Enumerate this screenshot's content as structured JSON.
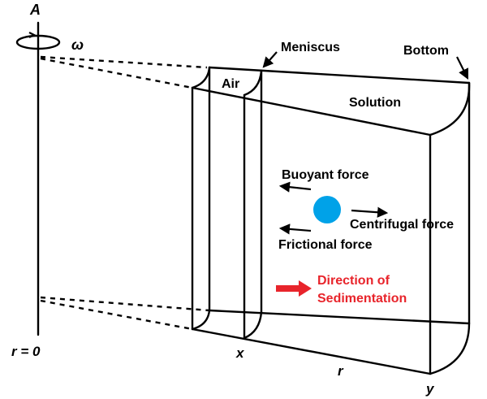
{
  "labels": {
    "axis_label": "A",
    "omega": "ω",
    "r_zero": "r = 0",
    "meniscus": "Meniscus",
    "bottom": "Bottom",
    "air": "Air",
    "solution": "Solution",
    "buoyant_force": "Buoyant force",
    "centrifugal_force": "Centrifugal force",
    "frictional_force": "Frictional force",
    "direction_line1": "Direction of",
    "direction_line2": "Sedimentation",
    "x": "x",
    "r": "r",
    "y": "y"
  },
  "colors": {
    "particle": "#00a2e8",
    "sedimentation": "#e8242b",
    "line": "#000000"
  }
}
